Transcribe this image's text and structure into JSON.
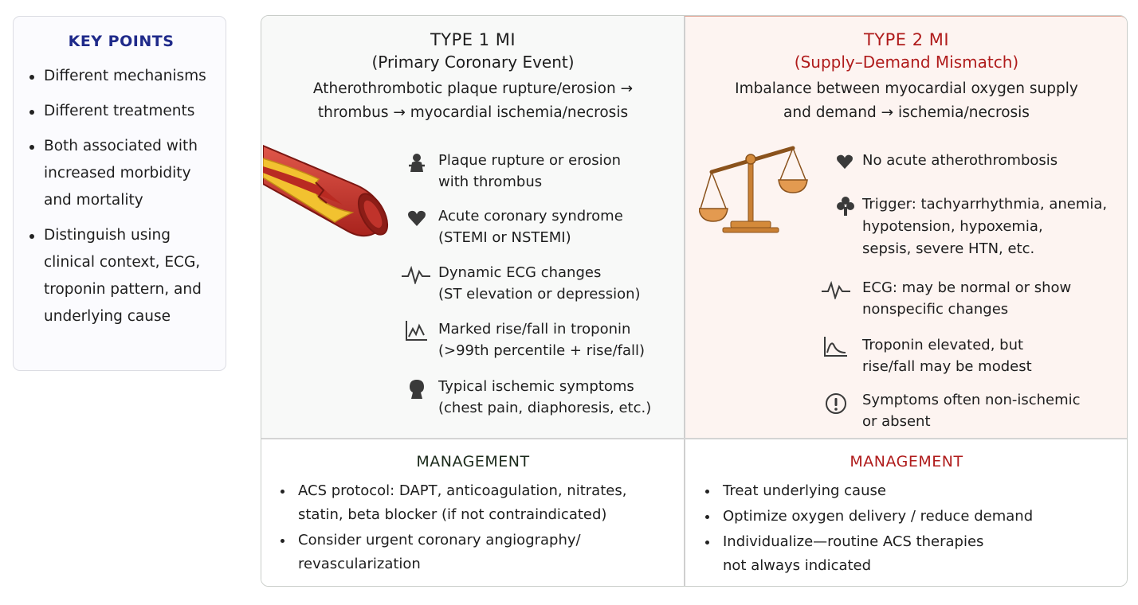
{
  "key_points": {
    "title": "KEY POINTS",
    "items": [
      "Different mechanisms",
      "Different treatments",
      "Both associated with increased morbidity and mortality",
      "Distinguish using clinical context, ECG, troponin pattern, and underlying cause"
    ]
  },
  "type1": {
    "title": "TYPE 1 MI",
    "subtitle": "(Primary Coronary Event)",
    "description_line1": "Atherothrombotic plaque rupture/erosion →",
    "description_line2": "thrombus → myocardial ischemia/necrosis",
    "features": [
      {
        "icon": "plaque-icon",
        "line1": "Plaque rupture or erosion",
        "line2": "with thrombus"
      },
      {
        "icon": "heart-icon",
        "line1": "Acute coronary syndrome",
        "line2": "(STEMI or NSTEMI)"
      },
      {
        "icon": "ecg-icon",
        "line1": "Dynamic ECG changes",
        "line2": "(ST elevation or depression)"
      },
      {
        "icon": "troponin-chart-icon",
        "line1": "Marked rise/fall in troponin",
        "line2": "(>99th percentile + rise/fall)"
      },
      {
        "icon": "person-icon",
        "line1": "Typical ischemic symptoms",
        "line2": "(chest pain, diaphoresis, etc.)"
      }
    ]
  },
  "type2": {
    "title": "TYPE 2 MI",
    "subtitle": "(Supply–Demand Mismatch)",
    "description_line1": "Imbalance between myocardial oxygen supply",
    "description_line2": "and demand → ischemia/necrosis",
    "features": [
      {
        "icon": "heart-icon",
        "lines": [
          "No acute atherothrombosis"
        ]
      },
      {
        "icon": "trigger-icon",
        "lines": [
          "Trigger: tachyarrhythmia, anemia,",
          "hypotension, hypoxemia,",
          "sepsis, severe HTN, etc."
        ]
      },
      {
        "icon": "ecg-icon",
        "lines": [
          "ECG: may be normal or show",
          "nonspecific changes"
        ]
      },
      {
        "icon": "troponin-chart-icon",
        "lines": [
          "Troponin elevated, but",
          "rise/fall may be modest"
        ]
      },
      {
        "icon": "alert-icon",
        "lines": [
          "Symptoms often non-ischemic",
          "or absent"
        ]
      }
    ]
  },
  "management1": {
    "title": "MANAGEMENT",
    "items": [
      [
        "ACS protocol: DAPT, anticoagulation, nitrates,",
        "statin, beta blocker (if not contraindicated)"
      ],
      [
        "Consider urgent coronary angiography/",
        "revascularization"
      ]
    ]
  },
  "management2": {
    "title": "MANAGEMENT",
    "items": [
      [
        "Treat underlying cause"
      ],
      [
        "Optimize oxygen delivery / reduce demand"
      ],
      [
        "Individualize—routine ACS therapies",
        "not always indicated"
      ]
    ]
  },
  "colors": {
    "key_points_title": "#1f2a8a",
    "type2_accent": "#b01c1c",
    "artery_red": "#c0332b",
    "plaque_yellow": "#f2c230",
    "scale_gold": "#d48a3a"
  }
}
